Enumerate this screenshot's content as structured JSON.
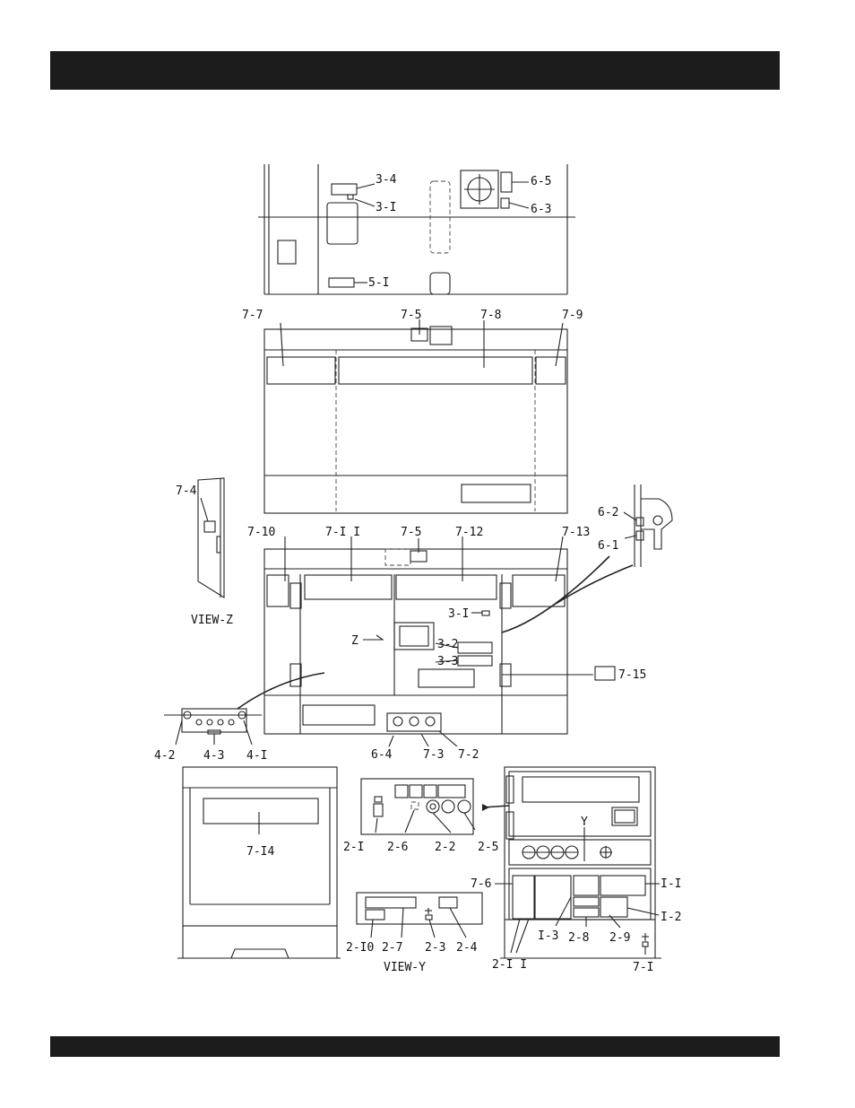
{
  "labels": {
    "l_3_4": "3-4",
    "l_3_1_top": "3-I",
    "l_6_5": "6-5",
    "l_6_3": "6-3",
    "l_5_1": "5-I",
    "l_7_7": "7-7",
    "l_7_5_top": "7-5",
    "l_7_8": "7-8",
    "l_7_9": "7-9",
    "l_7_4": "7-4",
    "l_view_z": "VIEW-Z",
    "l_6_2": "6-2",
    "l_6_1": "6-1",
    "l_7_10": "7-10",
    "l_7_11": "7-I I",
    "l_7_5_mid": "7-5",
    "l_7_12": "7-12",
    "l_7_13": "7-13",
    "l_3_1_mid": "3-I",
    "l_z": "Z",
    "l_3_2": "3-2",
    "l_3_3": "3-3",
    "l_7_15": "7-15",
    "l_4_2": "4-2",
    "l_4_3": "4-3",
    "l_4_1": "4-I",
    "l_6_4": "6-4",
    "l_7_3": "7-3",
    "l_7_2": "7-2",
    "l_7_14": "7-I4",
    "l_2_1": "2-I",
    "l_2_6": "2-6",
    "l_2_2": "2-2",
    "l_2_5": "2-5",
    "l_2_10": "2-I0",
    "l_2_7": "2-7",
    "l_2_3": "2-3",
    "l_2_4": "2-4",
    "l_view_y": "VIEW-Y",
    "l_y": "Y",
    "l_7_6": "7-6",
    "l_1_1": "I-I",
    "l_1_2": "I-2",
    "l_1_3": "I-3",
    "l_2_8": "2-8",
    "l_2_9": "2-9",
    "l_2_11": "2-I I",
    "l_7_1": "7-I"
  },
  "colors": {
    "header_bar": "#1c1c1c",
    "line": "#222222",
    "background": "#ffffff"
  }
}
